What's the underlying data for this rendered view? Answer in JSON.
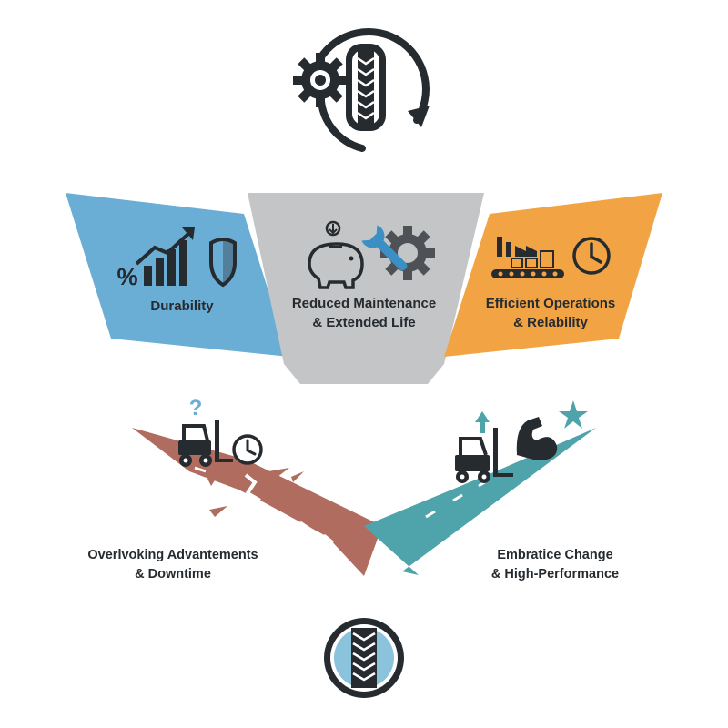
{
  "colors": {
    "dark": "#262b30",
    "blue": "#6aaed6",
    "gray": "#c3c5c6",
    "orange": "#f2a444",
    "red_path": "#b06d5f",
    "teal_path": "#4fa3aa",
    "light_blue": "#8bc3dc",
    "white": "#ffffff"
  },
  "icons": {
    "top": "gear-tire-cycle-icon",
    "durability": [
      "percent-icon",
      "bar-chart-up-icon",
      "shield-icon"
    ],
    "maintenance": [
      "piggy-bank-icon",
      "coin-down-icon",
      "wrench-gear-icon"
    ],
    "operations": [
      "factory-conveyor-icon",
      "clock-icon"
    ],
    "downtime": [
      "question-mark-icon",
      "forklift-icon",
      "clock-icon"
    ],
    "performance": [
      "up-arrow-icon",
      "forklift-icon",
      "flexed-arm-icon",
      "star-icon"
    ],
    "bottom": "tire-tread-icon"
  },
  "panels": {
    "durability": {
      "line1": "Durability"
    },
    "maintenance": {
      "line1": "Reduced Maintenance",
      "line2": "& Extended Life"
    },
    "operations": {
      "line1": "Efficient Operations",
      "line2": "& Relability"
    }
  },
  "paths": {
    "left": {
      "line1": "Overlvoking Advantements",
      "line2": "& Downtime"
    },
    "right": {
      "line1": "Embratice Change",
      "line2": "& High-Performance"
    }
  }
}
